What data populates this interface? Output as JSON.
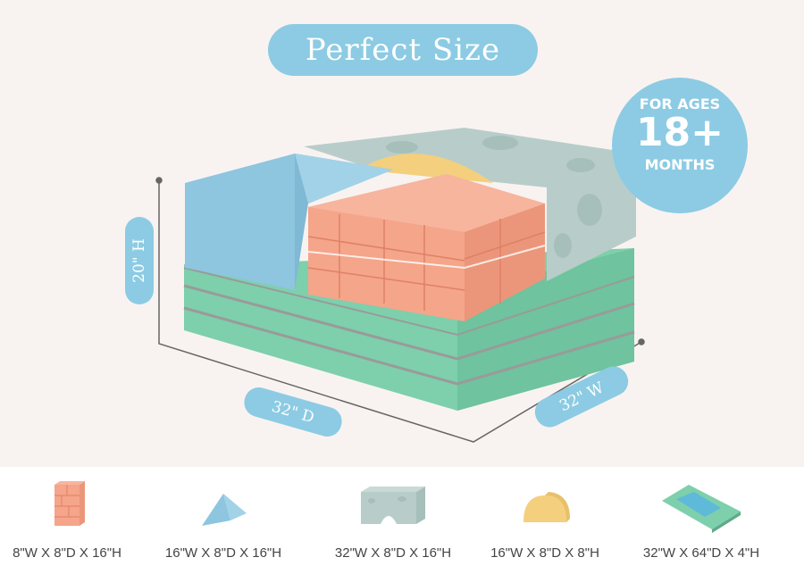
{
  "header": {
    "title": "Perfect Size"
  },
  "age_badge": {
    "line1": "FOR AGES",
    "number": "18+",
    "line2": "MONTHS"
  },
  "dimensions": {
    "height": "20\" H",
    "depth": "32\" D",
    "width": "32\" W"
  },
  "pieces": [
    {
      "label": "8\"W X 8\"D X 16\"H",
      "icon": "brick-block-icon",
      "color": "#f4a58a"
    },
    {
      "label": "16\"W X 8\"D X 16\"H",
      "icon": "triangle-wedge-icon",
      "color": "#8ec5df"
    },
    {
      "label": "32\"W X 8\"D X 16\"H",
      "icon": "arch-bridge-icon",
      "color": "#b8cdc9"
    },
    {
      "label": "16\"W X 8\"D X 8\"H",
      "icon": "half-circle-icon",
      "color": "#f4cf7d"
    },
    {
      "label": "32\"W X 64\"D X 4\"H",
      "icon": "folding-mat-icon",
      "color": "#7ecfac"
    }
  ],
  "colors": {
    "accent": "#8ccbe3",
    "background": "#f8f3f1",
    "mat": "#7ecfac",
    "brick": "#f4a58a",
    "blue": "#8ec5df",
    "stone": "#b8cdc9",
    "sun": "#f4cf7d"
  }
}
